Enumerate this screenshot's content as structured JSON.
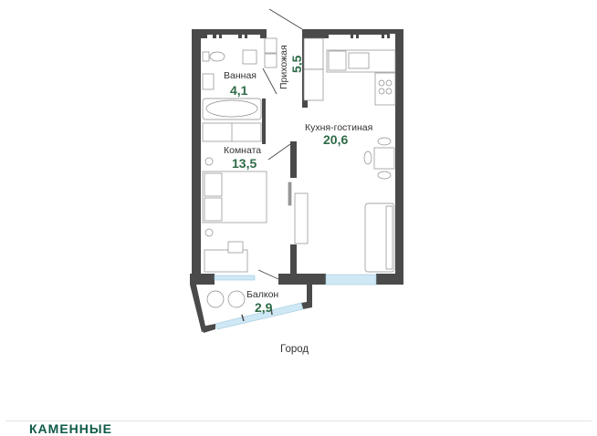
{
  "plan": {
    "rooms": [
      {
        "id": "bathroom",
        "label": "Ванная",
        "area": "4,1"
      },
      {
        "id": "hallway",
        "label": "Прихожая",
        "area": "5,5"
      },
      {
        "id": "kitchen_living",
        "label": "Кухня-гостиная",
        "area": "20,6"
      },
      {
        "id": "bedroom",
        "label": "Комната",
        "area": "13,5"
      },
      {
        "id": "balcony",
        "label": "Балкон",
        "area": "2,9"
      }
    ],
    "orientation_label": "Город"
  },
  "footer": {
    "logo_text": "КАМЕННЫЕ"
  },
  "colors": {
    "wall": "#4a4a4a",
    "area_text": "#2f6b47",
    "window": "#cfe8f5",
    "logo": "#0f5a48"
  }
}
